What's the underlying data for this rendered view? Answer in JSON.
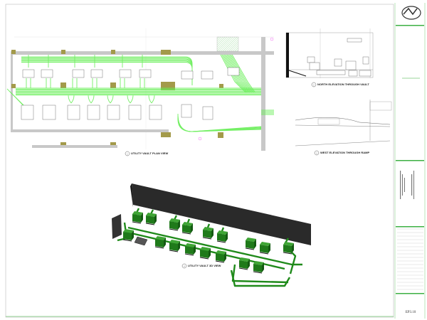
{
  "sheet": {
    "number": "EP3.10",
    "accent_color": "#3cb043"
  },
  "views": [
    {
      "number": "1",
      "title": "UTILITY VAULT PLAN VIEW"
    },
    {
      "number": "2",
      "title": "NORTH ELEVATION THROUGH VAULT"
    },
    {
      "number": "3",
      "title": "WEST ELEVATION THROUGH RAMP"
    },
    {
      "number": "4",
      "title": "UTILITY VAULT 3D VIEW"
    }
  ],
  "colors": {
    "conduit": "#66ee55",
    "wall": "#c8c8c8",
    "pad": "#a39a4a",
    "model_green": "#1f7a1a",
    "model_wall": "#2a2a2a"
  }
}
